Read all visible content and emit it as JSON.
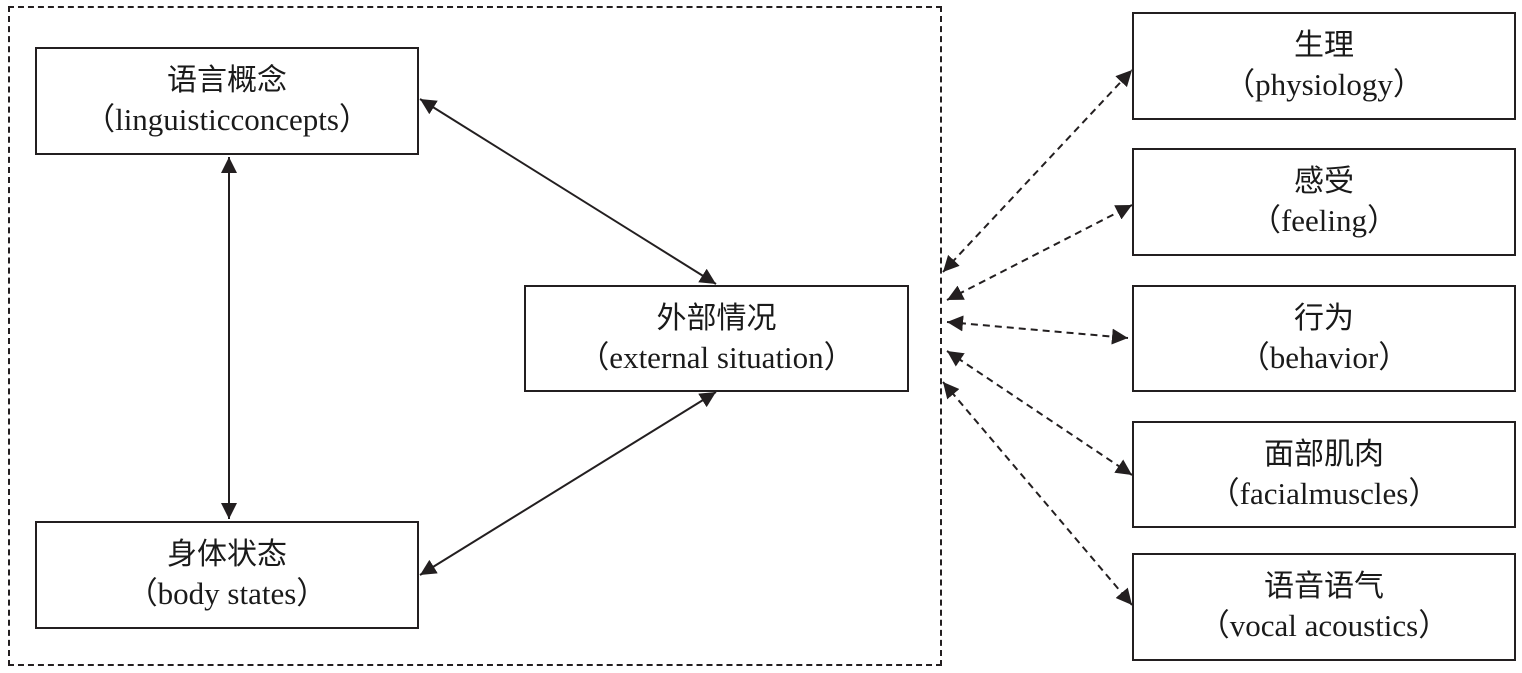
{
  "internal_nodes": {
    "linguistic": {
      "zh": "语言概念",
      "en": "（linguisticconcepts）"
    },
    "body": {
      "zh": "身体状态",
      "en": "（body states）"
    },
    "external": {
      "zh": "外部情况",
      "en": "（external situation）"
    }
  },
  "external_nodes": [
    {
      "zh": "生理",
      "en": "（physiology）"
    },
    {
      "zh": "感受",
      "en": "（feeling）"
    },
    {
      "zh": "行为",
      "en": "（behavior）"
    },
    {
      "zh": "面部肌肉",
      "en": "（facialmuscles）"
    },
    {
      "zh": "语音语气",
      "en": "（vocal acoustics）"
    }
  ],
  "colors": {
    "line": "#231f20",
    "background": "#ffffff"
  }
}
